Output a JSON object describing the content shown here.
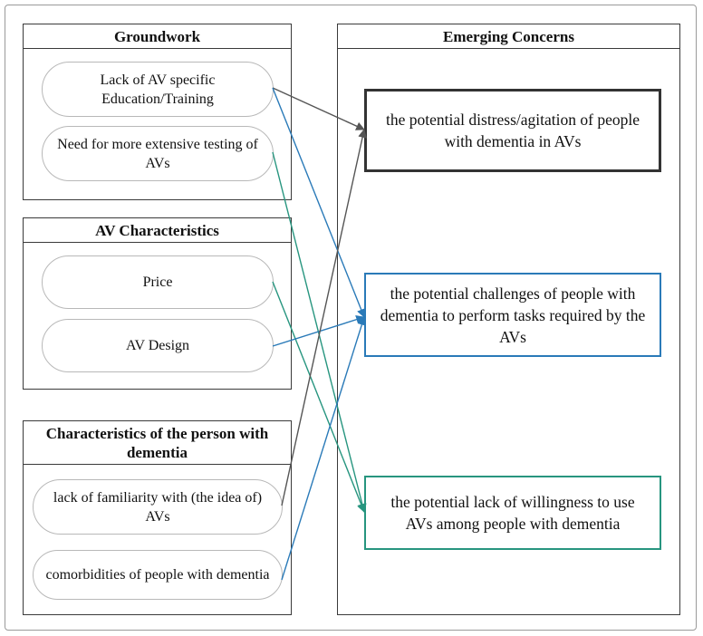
{
  "groups": {
    "groundwork": {
      "title": "Groundwork",
      "items": [
        "Lack of AV specific Education/Training",
        "Need for more extensive testing of AVs"
      ]
    },
    "av_characteristics": {
      "title": "AV Characteristics",
      "items": [
        "Price",
        "AV Design"
      ]
    },
    "person": {
      "title": "Characteristics of the person with dementia",
      "items": [
        "lack of familiarity with (the idea of) AVs",
        "comorbidities of people with dementia"
      ]
    }
  },
  "concerns": {
    "title": "Emerging Concerns",
    "items": [
      {
        "text": "the potential distress/agitation of people with dementia in AVs",
        "color": "#333333"
      },
      {
        "text": "the potential challenges of people with dementia to perform tasks required by the AVs",
        "color": "#2a7ab8"
      },
      {
        "text": "the potential lack of willingness to use AVs among people with dementia",
        "color": "#27957f"
      }
    ]
  },
  "links": [
    {
      "from": "groundwork-item-1",
      "to": "concern-1",
      "color": "#555555"
    },
    {
      "from": "groundwork-item-1",
      "to": "concern-2",
      "color": "#2a7ab8"
    },
    {
      "from": "groundwork-item-2",
      "to": "concern-3",
      "color": "#27957f"
    },
    {
      "from": "av-item-1",
      "to": "concern-3",
      "color": "#27957f"
    },
    {
      "from": "av-item-2",
      "to": "concern-2",
      "color": "#2a7ab8"
    },
    {
      "from": "person-item-1",
      "to": "concern-1",
      "color": "#555555"
    },
    {
      "from": "person-item-2",
      "to": "concern-2",
      "color": "#2a7ab8"
    }
  ]
}
